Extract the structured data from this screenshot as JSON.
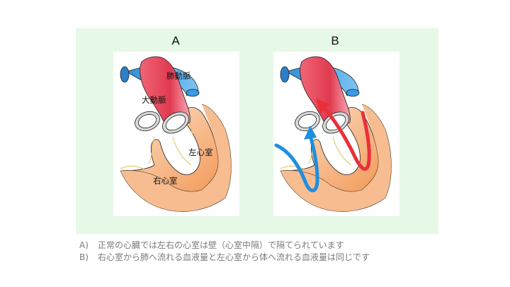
{
  "panels": {
    "a": {
      "letter": "A",
      "labels": {
        "pulmonary_artery": "肺動脈",
        "aorta": "大動脈",
        "left_ventricle": "左心室",
        "right_ventricle": "右心室"
      }
    },
    "b": {
      "letter": "B"
    }
  },
  "captions": [
    {
      "letter": "A)",
      "text": "正常の心臓では左右の心室は壁（心室中隔）で隔てられています"
    },
    {
      "letter": "B)",
      "text": "右心室から肺へ流れる血液量と左心室から体へ流れる血液量は同じです"
    }
  ],
  "colors": {
    "panel_background": "#e6f8e6",
    "aorta": "#e8455a",
    "pulmonary_artery": "#3aa0e8",
    "ventricle": "#f4a66a",
    "blood_flow_right": "#1e8fe0",
    "blood_flow_left": "#e8303a",
    "caption_text": "#7b7b7b"
  }
}
